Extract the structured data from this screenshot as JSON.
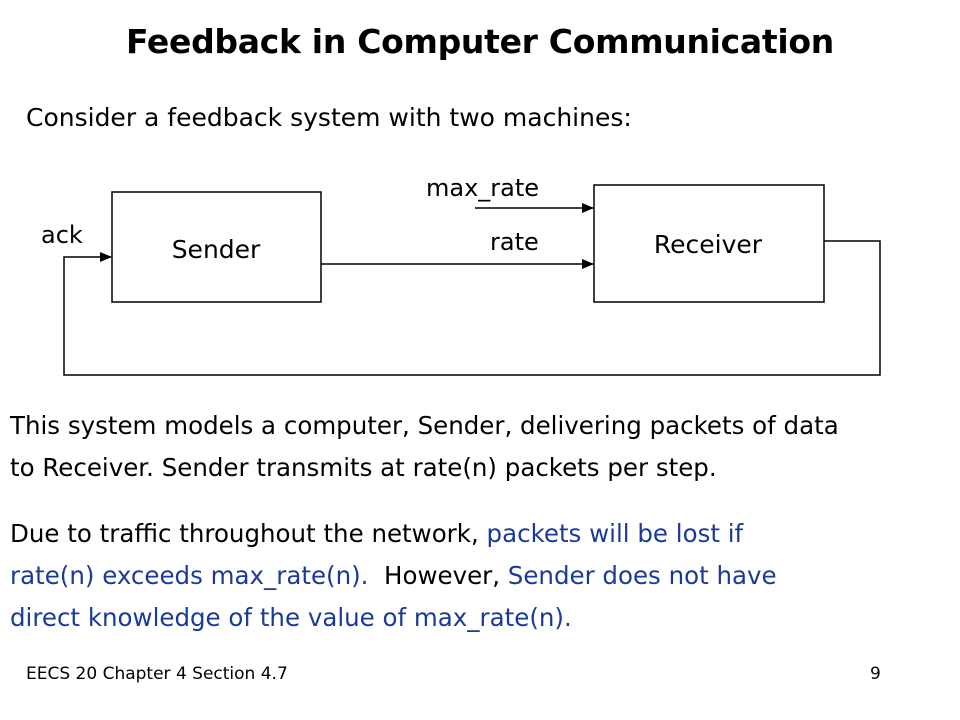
{
  "slide": {
    "title": "Feedback in Computer Communication",
    "intro": "Consider a feedback system with two machines:",
    "diagram": {
      "sender_label": "Sender",
      "receiver_label": "Receiver",
      "ack_label": "ack",
      "rate_label": "rate",
      "max_rate_label": "max_rate"
    },
    "para1": {
      "line1": "This system models a computer, Sender, delivering packets of data",
      "line2": "to Receiver.  Sender transmits at rate(n) packets per step."
    },
    "para2": {
      "part1": "Due to traffic throughout the network, ",
      "part2": "packets will be lost if",
      "part3": "rate(n) exceeds max_rate(n).",
      "part4": "  However, ",
      "part5": "Sender does not have",
      "part6": "direct knowledge of the value of max_rate(n)."
    },
    "footer": {
      "left": "EECS 20 Chapter 4 Section 4.7",
      "page_number": "9"
    },
    "colors": {
      "highlight": "#1a3a9a",
      "text": "#000000"
    }
  }
}
